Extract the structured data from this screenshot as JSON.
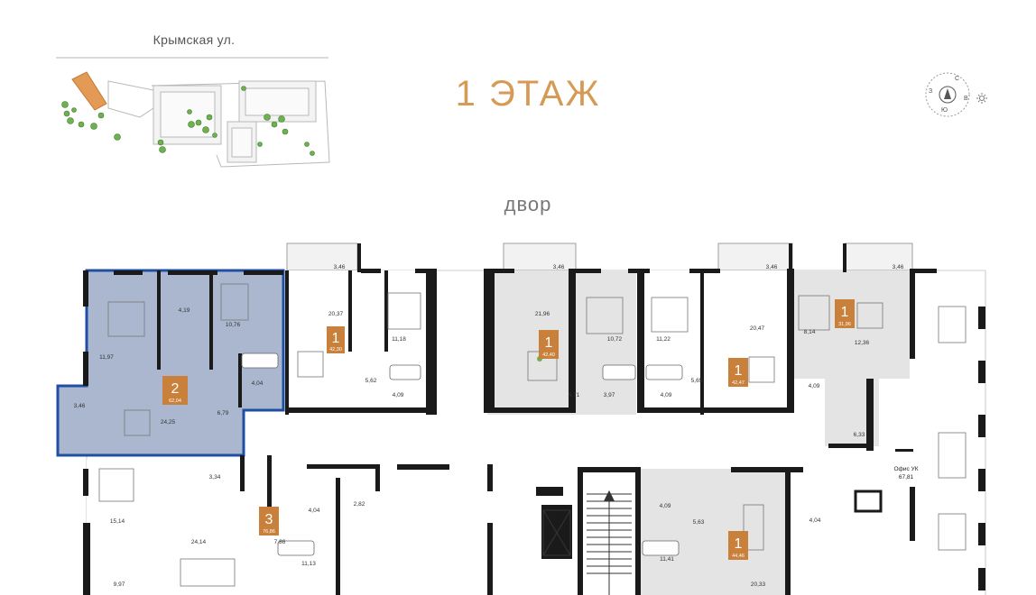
{
  "header": {
    "street": "Крымская ул.",
    "floor_title": "1 ЭТАЖ",
    "courtyard": "двор"
  },
  "compass": {
    "north": "С",
    "east": "В",
    "south": "Ю",
    "west": "З"
  },
  "apartments": [
    {
      "rooms": "2",
      "area": "62,04",
      "selected": true
    },
    {
      "rooms": "1",
      "area": "42,30"
    },
    {
      "rooms": "1",
      "area": "42,40"
    },
    {
      "rooms": "1",
      "area": "42,47"
    },
    {
      "rooms": "1",
      "area": "31,96"
    },
    {
      "rooms": "3",
      "area": "76,86"
    },
    {
      "rooms": "1",
      "area": "44,46"
    }
  ],
  "office": {
    "label": "Офис УК",
    "area": "67,81"
  },
  "room_areas": {
    "a1": "4,19",
    "a2": "10,76",
    "a3": "11,97",
    "a4": "3,46",
    "a5": "24,25",
    "a6": "4,04",
    "a7": "6,79",
    "b1": "3,46",
    "b2": "20,37",
    "b3": "11,18",
    "b4": "5,62",
    "b5": "4,09",
    "c1": "3,46",
    "c2": "21,96",
    "c3": "10,72",
    "c4": "4,71",
    "c5": "3,97",
    "d1": "11,22",
    "d2": "4,09",
    "d3": "5,65",
    "d4": "20,47",
    "d5": "3,46",
    "e1": "3,46",
    "e2": "8,14",
    "e3": "12,36",
    "e4": "4,09",
    "e5": "6,33",
    "f1": "3,34",
    "f2": "15,14",
    "f3": "24,14",
    "f4": "9,97",
    "f5": "4,04",
    "f6": "7,86",
    "f7": "2,82",
    "f8": "11,13",
    "g1": "4,09",
    "g2": "5,63",
    "g3": "11,41",
    "g4": "20,33",
    "g5": "4,04"
  },
  "colors": {
    "accent": "#d79a54",
    "badge": "#c9803a",
    "selected_fill": "#aab7cf",
    "selected_stroke": "#1f4fa3",
    "wall": "#1a1a1a",
    "apartment_fill": "#e4e4e4"
  }
}
